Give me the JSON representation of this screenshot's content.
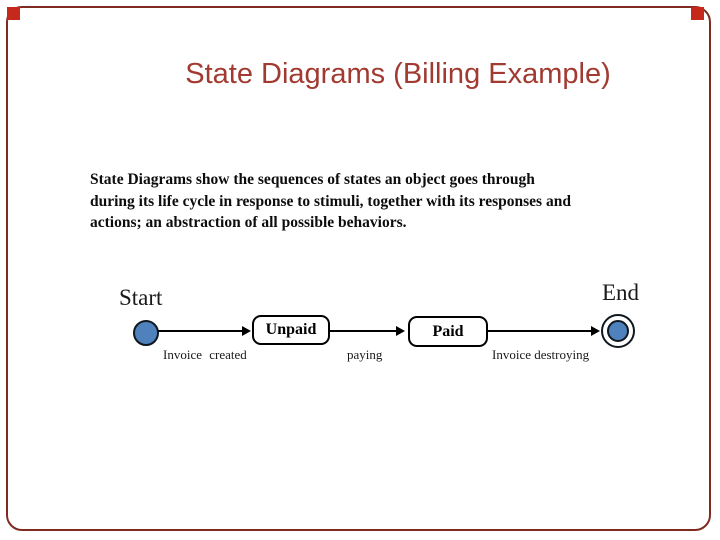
{
  "slide": {
    "title": "State Diagrams (Billing Example)",
    "body_lines": [
      "State Diagrams show the sequences of states an object goes through",
      "during its life cycle in response to stimuli, together with its responses and",
      "actions; an abstraction of all possible behaviors."
    ]
  },
  "diagram": {
    "start_label": "Start",
    "end_label": "End",
    "states": [
      {
        "label": "Unpaid"
      },
      {
        "label": "Paid"
      }
    ],
    "transition_labels": [
      {
        "label": "Invoice created"
      },
      {
        "label": "paying"
      },
      {
        "label": "Invoice destroying"
      }
    ]
  },
  "colors": {
    "title_text": "#A13B32",
    "slide_border": "#7F2B22",
    "corner_squares": "#C5291C",
    "state_fill": "#4F81BD",
    "diagram_stroke": "#000000"
  }
}
